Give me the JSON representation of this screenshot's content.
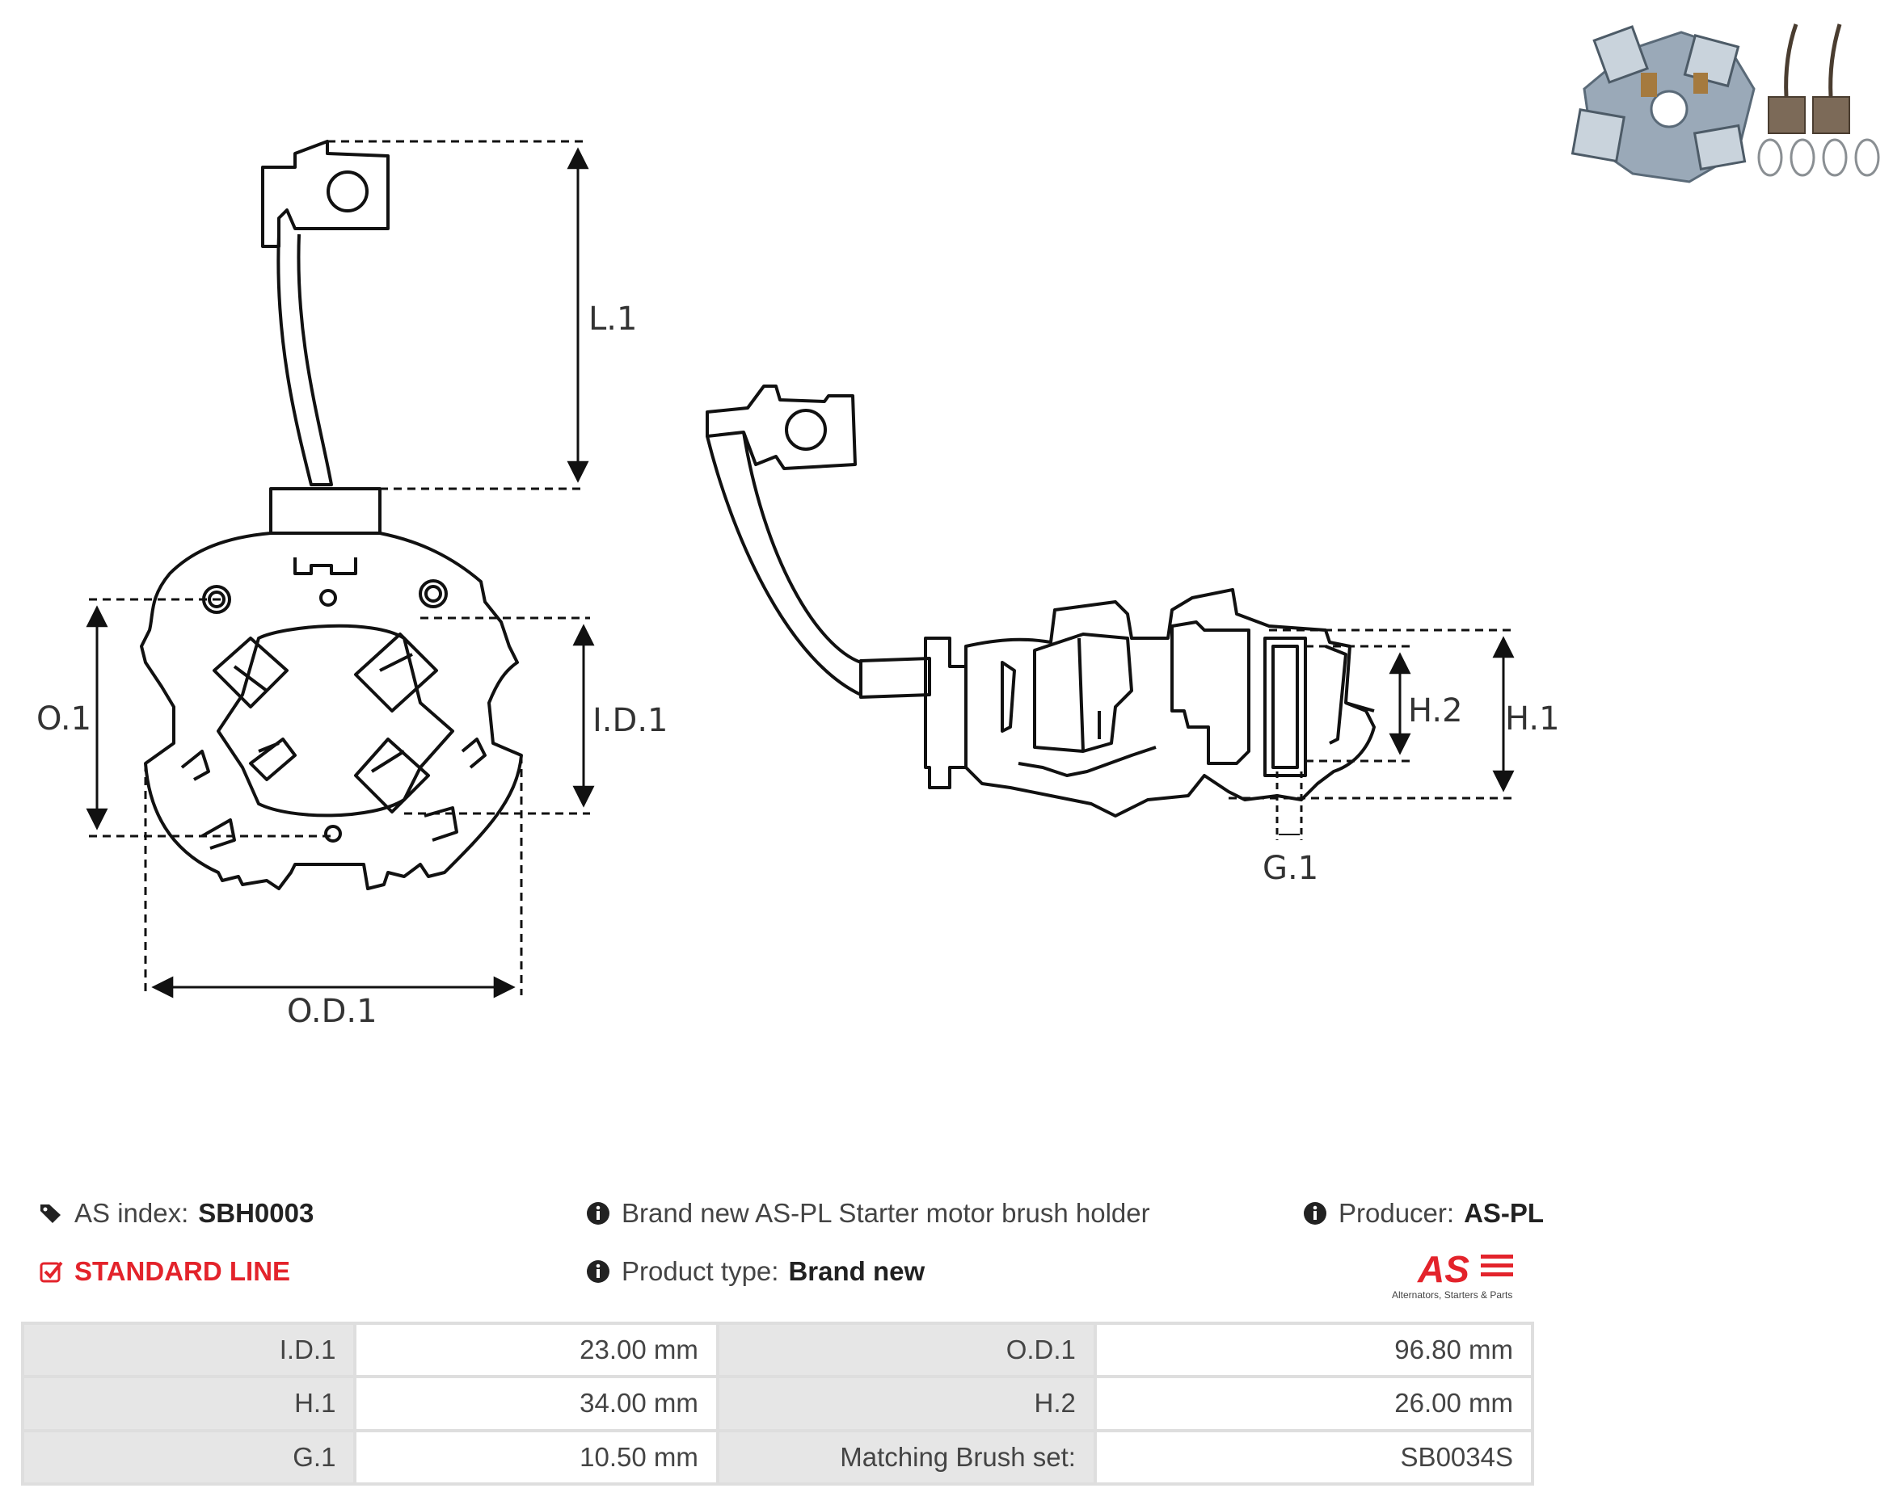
{
  "diagram": {
    "labels": {
      "l1": "L.1",
      "o1": "O.1",
      "id1": "I.D.1",
      "od1": "O.D.1",
      "h1": "H.1",
      "h2": "H.2",
      "g1": "G.1"
    }
  },
  "info": {
    "as_index_label": "AS index:",
    "as_index_value": "SBH0003",
    "line": "STANDARD LINE",
    "description": "Brand new AS-PL Starter motor brush holder",
    "product_type_label": "Product type:",
    "product_type_value": "Brand new",
    "producer_label": "Producer:",
    "producer_value": "AS-PL",
    "logo_text": "AS",
    "logo_tagline": "Alternators, Starters & Parts"
  },
  "specs": [
    {
      "k1": "I.D.1",
      "v1": "23.00 mm",
      "k2": "O.D.1",
      "v2": "96.80 mm"
    },
    {
      "k1": "H.1",
      "v1": "34.00 mm",
      "k2": "H.2",
      "v2": "26.00 mm"
    },
    {
      "k1": "G.1",
      "v1": "10.50 mm",
      "k2": "Matching Brush set:",
      "v2": "SB0034S"
    }
  ],
  "colors": {
    "accent": "#e3232b",
    "line": "#111111",
    "table_border": "#dedede"
  }
}
